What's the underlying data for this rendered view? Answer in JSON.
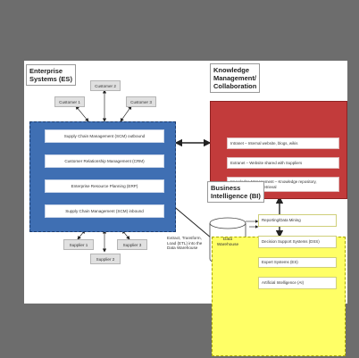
{
  "enterprise": {
    "title": "Enterprise\nSystems (ES)",
    "customers": [
      "Customer 1",
      "Customer 2",
      "Customer 3"
    ],
    "items": [
      "Supply Chain Management (SCM) outbound",
      "Customer Relationship Management (CRM)",
      "Enterprise Resource Planning (ERP)",
      "Supply Chain Management (SCM) inbound"
    ],
    "suppliers": [
      "Supplier 1",
      "Supplier 2",
      "Supplier 3"
    ]
  },
  "knowledge": {
    "title": "Knowledge\nManagement/\nCollaboration",
    "items": [
      "Intranet – Internal website, blogs, wikis",
      "Extranet – Website shared with Suppliers",
      "Knowledge Management – Knowledge repository, collaboration, and retrieval"
    ]
  },
  "bi": {
    "title": "Business\nIntelligence (BI)",
    "warehouse": "Data\nWarehouse",
    "items": [
      "Reporting/Data Mining",
      "Decision Support Systems (DSS)",
      "Expert Systems (ES)",
      "Artificial Intelligence (AI)"
    ]
  },
  "etl_note": "Extract, Transform, Load (ETL) into the Data Warehouse",
  "colors": {
    "es_blue": "#3f6fb3",
    "km_red": "#c23b3b",
    "bi_yellow": "#ffff66",
    "background": "#6d6d6d"
  }
}
